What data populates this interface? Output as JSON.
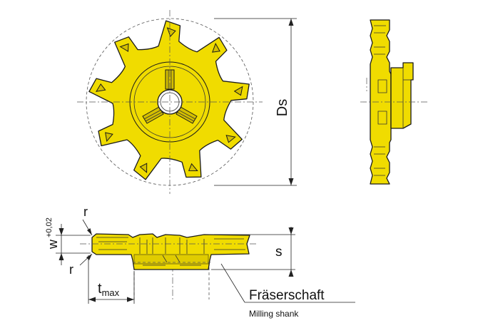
{
  "labels": {
    "ds": "Ds",
    "s": "s",
    "r_top": "r",
    "r_bottom": "r",
    "w_base": "w",
    "w_tolerance": "+0,02",
    "t_base": "t",
    "t_sub": "max",
    "shank_de": "Fräserschaft",
    "shank_en": "Milling shank"
  },
  "colors": {
    "insert": "#f0dc00",
    "insert_shade": "#d4bf00",
    "line": "#1a1a1a"
  }
}
